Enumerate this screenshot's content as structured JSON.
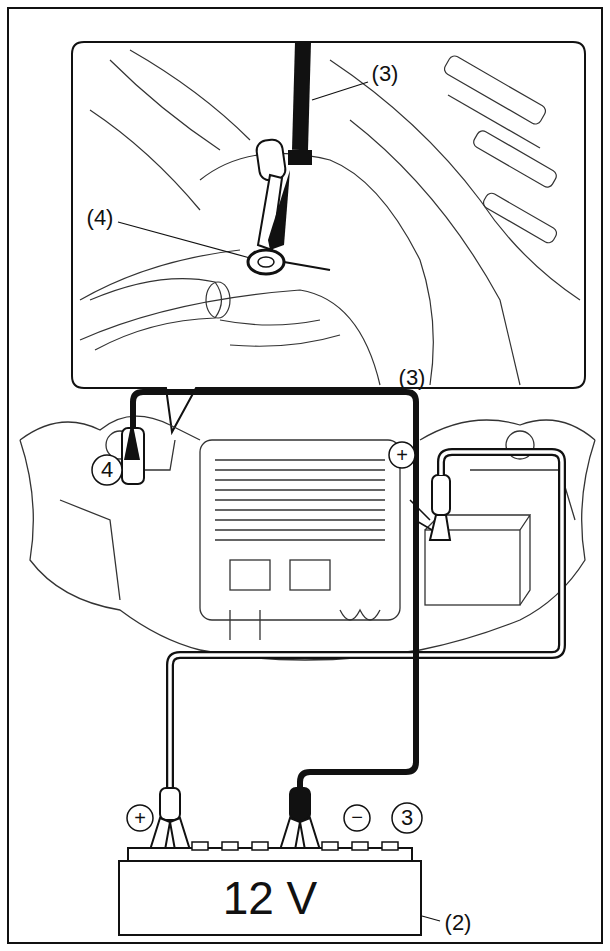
{
  "diagram": {
    "nodes": [
      {
        "text": [
          "12 V"
        ]
      }
    ],
    "labels": [
      "(3)",
      "(4)",
      "(3)",
      "+",
      "4",
      "+",
      "−",
      "3",
      "(2)"
    ]
  }
}
